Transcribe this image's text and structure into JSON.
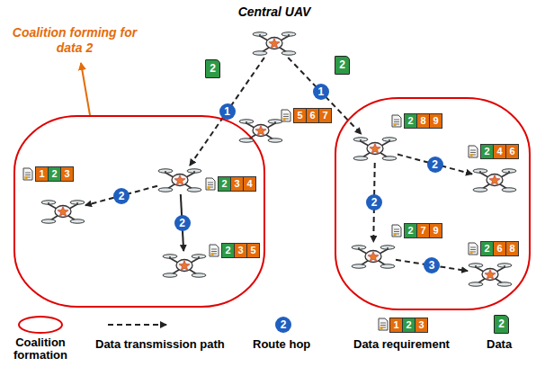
{
  "diagram": {
    "nodes": [
      {
        "text": [
          "Central UAV"
        ]
      },
      {
        "text": [
          "Coalition forming for data 2"
        ]
      },
      {
        "text": [
          "2",
          "3",
          "4"
        ],
        "in": 1
      },
      {
        "text": [
          "1",
          "2",
          "3"
        ],
        "in": 1
      },
      {
        "text": [
          "2",
          "3",
          "5"
        ],
        "in": 1
      },
      {
        "text": [
          "5",
          "6",
          "7"
        ]
      },
      {
        "text": []
      },
      {
        "text": [
          "2",
          "8",
          "9"
        ],
        "in": 6
      },
      {
        "text": [
          "2",
          "4",
          "6"
        ],
        "in": 6
      },
      {
        "text": [
          "2",
          "7",
          "9"
        ],
        "in": 6
      },
      {
        "text": [
          "2",
          "6",
          "8"
        ],
        "in": 6
      }
    ],
    "edges": [
      {
        "from": 0,
        "to": 2,
        "arrow": "to",
        "label": "1"
      },
      {
        "from": 0,
        "to": 7,
        "arrow": "to",
        "label": "1"
      },
      {
        "from": 2,
        "to": 3,
        "arrow": "to",
        "label": "2"
      },
      {
        "from": 2,
        "to": 4,
        "arrow": "to",
        "label": "2"
      },
      {
        "from": 7,
        "to": 8,
        "arrow": "to",
        "label": "2"
      },
      {
        "from": 7,
        "to": 9,
        "arrow": "to",
        "label": "2"
      },
      {
        "from": 9,
        "to": 10,
        "arrow": "to",
        "label": "3"
      }
    ],
    "labels": [
      "2",
      "2",
      "2",
      "1",
      "2",
      "3",
      "2"
    ],
    "legend": [
      {
        "text": "Coalition formation"
      },
      {
        "text": "Data transmission path"
      },
      {
        "text": "Route hop"
      },
      {
        "text": "Data requirement"
      },
      {
        "text": "Data"
      }
    ]
  }
}
